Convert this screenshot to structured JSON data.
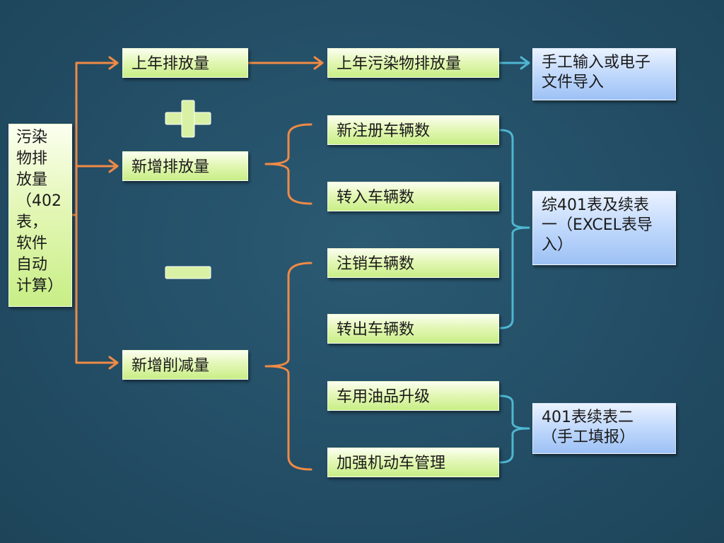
{
  "root": {
    "lines": [
      "污染",
      "物排",
      "放量",
      "（402",
      "表，",
      "软件",
      "自动",
      "计算）"
    ]
  },
  "level1": {
    "last_year": "上年排放量",
    "new_emission": "新增排放量",
    "new_reduction": "新增削减量"
  },
  "level2": {
    "last_pollutant": "上年污染物排放量",
    "new_registered": "新注册车辆数",
    "transfer_in": "转入车辆数",
    "deregistered": "注销车辆数",
    "transfer_out": "转出车辆数",
    "fuel_upgrade": "车用油品升级",
    "vehicle_mgmt": "加强机动车管理"
  },
  "sources": {
    "manual_or_file": [
      "手工输入或电子",
      "文件导入"
    ],
    "table401_excel": [
      "综401表及续表",
      "一（EXCEL表导",
      "入）"
    ],
    "table401_manual": [
      "401表续表二",
      "（手工填报）"
    ]
  },
  "operators": {
    "plus": "+",
    "minus": "−"
  },
  "colors": {
    "background": "#234e66",
    "orange_connector": "#f08a45",
    "blue_connector": "#4fb6d0",
    "green_box": "#d6f39f",
    "blue_box": "#b5d3fa",
    "operator": "#d9f1a5"
  }
}
